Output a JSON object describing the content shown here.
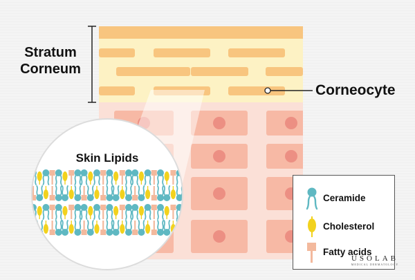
{
  "labels": {
    "stratum_corneum_line1": "Stratum",
    "stratum_corneum_line2": "Corneum",
    "corneocyte": "Corneocyte",
    "skin_lipids": "Skin Lipids"
  },
  "legend": {
    "items": [
      {
        "label": "Ceramide",
        "icon": "ceramide-icon",
        "color": "#5fb8c2"
      },
      {
        "label": "Cholesterol",
        "icon": "cholesterol-icon",
        "color": "#f2d21e"
      },
      {
        "label": "Fatty acids",
        "icon": "fatty-acid-icon",
        "color": "#f3b99d"
      }
    ]
  },
  "watermark": {
    "brand": "USOLAB",
    "subtitle": "MEDICAL DERMATOLOGY"
  },
  "colors": {
    "stratum_bg": "#fdf2c4",
    "stratum_top": "#f8c57f",
    "corneocyte": "#f8c57f",
    "lower_skin": "#fbe0d7",
    "cell": "#f7b9a5",
    "nucleus": "#ec8f83",
    "ceramide": "#5fb8c2",
    "cholesterol": "#f2d21e",
    "fatty_acid": "#f3b99d"
  }
}
